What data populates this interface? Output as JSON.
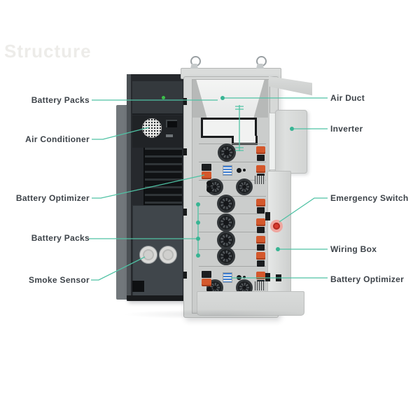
{
  "watermark": "Structure",
  "labels": {
    "left": [
      "Battery Packs",
      "Air Conditioner",
      "Battery Optimizer",
      "Battery Packs",
      "Smoke Sensor"
    ],
    "right": [
      "Air Duct",
      "Inverter",
      "Emergency Switch",
      "Wiring Box",
      "Battery Optimizer"
    ]
  },
  "colors": {
    "leader_line": "#4fc2a4",
    "leader_dot": "#38b493",
    "label_text": "#3d4349",
    "emergency_button": "#d93b2f",
    "connector_orange": "#d4582c",
    "dip_switch_blue": "#3f7fd2",
    "led_green": "#3bbf49",
    "cabinet_dark": "#26292d",
    "cabinet_light": "#d6d8d7"
  }
}
